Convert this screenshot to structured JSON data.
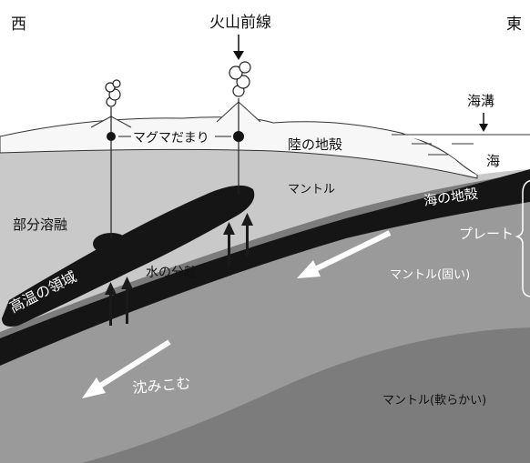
{
  "compass": {
    "west": "西",
    "east": "東"
  },
  "labels": {
    "volcanic_front": "火山前線",
    "trench": "海溝",
    "magma_chamber": "マグマだまり",
    "continental_crust": "陸の地殻",
    "sea": "海",
    "mantle": "マントル",
    "oceanic_crust": "海の地殻",
    "plate": "プレート",
    "mantle_hard": "マントル(固い)",
    "partial_melting": "部分溶融",
    "high_temp_zone": "高温の領域",
    "water_separation": "水の分離",
    "subduct": "沈みこむ",
    "mantle_soft": "マントル(軟らかい)"
  },
  "colors": {
    "mantle_light": "#c9c9c9",
    "mantle_mid": "#9a9a9a",
    "mantle_deep": "#7c7c7c",
    "plate_crust": "#151515",
    "continental_crust": "#f7f7f7",
    "arrow_white": "#ffffff",
    "arrow_dark": "#1a1a1a"
  }
}
